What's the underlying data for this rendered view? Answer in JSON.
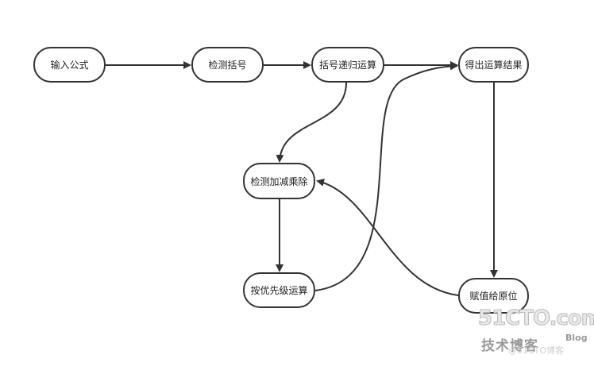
{
  "nodes": {
    "input": "输入公式",
    "check_brackets": "检测括号",
    "bracket_recursion": "括号递归运算",
    "get_result": "得出运算结果",
    "check_arith": "检测加减乘除",
    "by_priority": "按优先级运算",
    "assign_back": "赋值给原位"
  },
  "edges": [
    {
      "from": "输入公式",
      "to": "检测括号"
    },
    {
      "from": "检测括号",
      "to": "括号递归运算"
    },
    {
      "from": "括号递归运算",
      "to": "得出运算结果"
    },
    {
      "from": "括号递归运算",
      "to": "检测加减乘除"
    },
    {
      "from": "检测加减乘除",
      "to": "按优先级运算"
    },
    {
      "from": "按优先级运算",
      "to": "得出运算结果"
    },
    {
      "from": "得出运算结果",
      "to": "赋值给原位"
    },
    {
      "from": "赋值给原位",
      "to": "检测加减乘除"
    }
  ],
  "watermark": {
    "site": "51CTO.com",
    "subtitle": "技术博客",
    "blog": "Blog",
    "handle": "@51CTO博客"
  },
  "colors": {
    "line": "#333333",
    "node_border": "#333333",
    "background": "#ffffff"
  }
}
